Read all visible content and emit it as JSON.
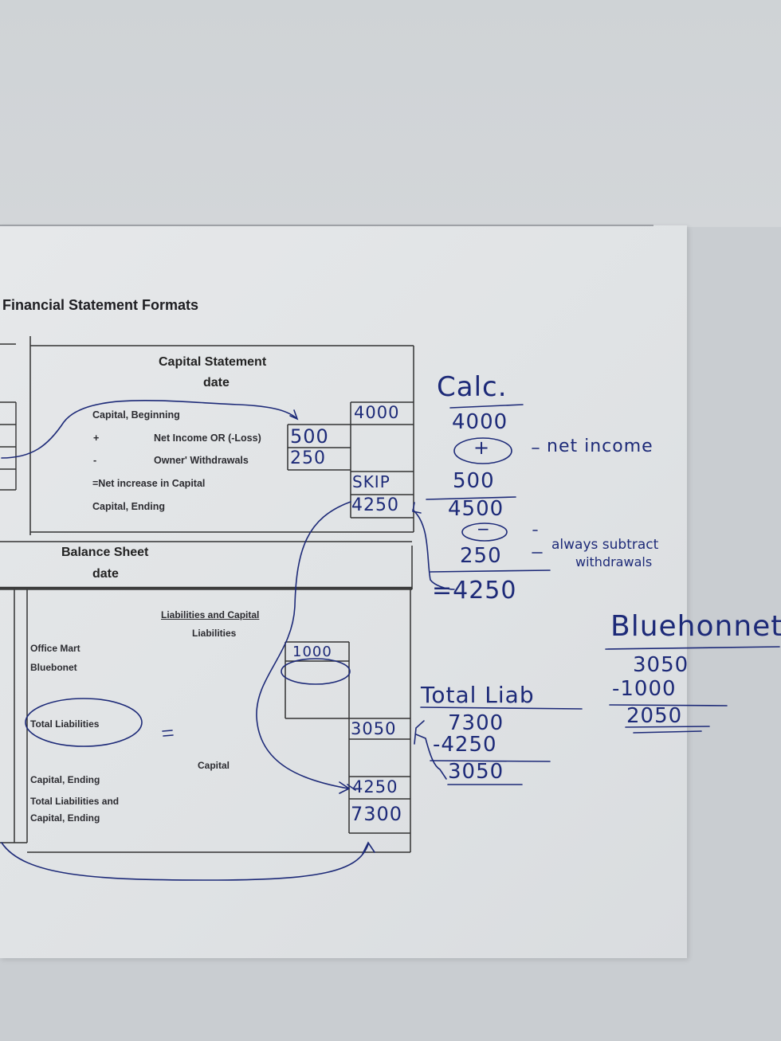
{
  "page": {
    "title": "Financial Statement Formats"
  },
  "capital_statement": {
    "title": "Capital Statement",
    "date": "date",
    "rows": {
      "capital_beginning": "Capital, Beginning",
      "plus_sign": "+",
      "net_income": "Net Income OR (-Loss)",
      "minus_sign": "-",
      "withdrawals": "Owner' Withdrawals",
      "net_increase": "=Net increase in Capital",
      "capital_ending": "Capital, Ending"
    },
    "entries": {
      "capital_beginning": "4000",
      "net_income": "500",
      "withdrawals": "250",
      "net_increase": "SKIP",
      "capital_ending": "4250"
    }
  },
  "balance_sheet": {
    "title": "Balance Sheet",
    "date": "date",
    "liabilities_and_capital_heading": "Liabilities and Capital",
    "liabilities_heading": "Liabilities",
    "office_mart": "Office Mart",
    "bluebonet": "Bluebonet",
    "total_liabilities": "Total Liabilities",
    "equals_note": "=",
    "capital_heading": "Capital",
    "capital_ending": "Capital, Ending",
    "total_liab_capital_line1": "Total Liabilities and",
    "total_liab_capital_line2": "Capital, Ending",
    "entries": {
      "office_mart": "1000",
      "total_liabilities": "3050",
      "capital_ending": "4250",
      "total_liab_capital": "7300"
    }
  },
  "calc_notes": {
    "heading": "Calc.",
    "start": "4000",
    "plus": "+",
    "net_income_note": "net income",
    "net_income": "500",
    "subtotal": "4500",
    "minus": "−",
    "withdrawals": "250",
    "withdrawals_note_line1": "always subtract",
    "withdrawals_note_line2": "withdrawals",
    "result": "=4250"
  },
  "total_liab_notes": {
    "heading": "Total Liab",
    "line1": "7300",
    "line2": "-4250",
    "result": "3050"
  },
  "bluehonnet_notes": {
    "heading": "Bluehonnet",
    "line1": "3050",
    "line2": "-1000",
    "result": "2050"
  },
  "colors": {
    "ink": "#1d2a78",
    "print": "#222222",
    "paper": "#e3e5e7",
    "background": "#c9cdd1"
  }
}
